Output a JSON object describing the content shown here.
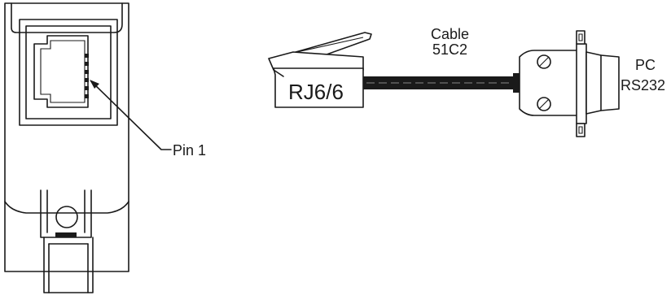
{
  "labels": {
    "pin": "Pin 1",
    "plug": "RJ6/6",
    "cable_line1": "Cable",
    "cable_line2": "51C2",
    "pc_line1": "PC",
    "pc_line2": "RS232"
  },
  "colors": {
    "ink": "#1a1a1a",
    "cable": "#1a1a1a",
    "background": "#ffffff"
  },
  "icons": {
    "device": "device-front-icon",
    "jack": "rj-jack-icon",
    "plug": "rj-plug-icon",
    "db9": "db9-connector-icon",
    "screw": "screw-icon"
  }
}
